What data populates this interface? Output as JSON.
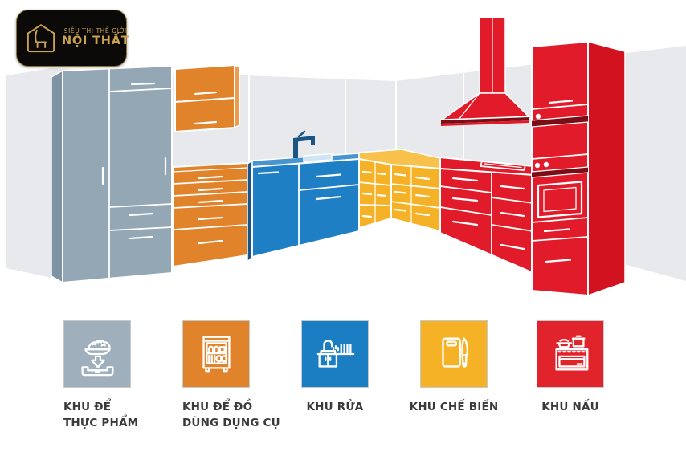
{
  "logo": {
    "tagline": "SIÊU THỊ THẾ GIỚI",
    "brand": "NỘI THẤT"
  },
  "colors": {
    "wall": "#E7E9EC",
    "gray": "#94A7B5",
    "gray_side": "#7E94A4",
    "orange": "#E0832B",
    "orange_light": "#EC9C4F",
    "blue": "#1F7FC4",
    "blue_top": "#4695CE",
    "blue_dark": "#1A5585",
    "sink": "#CFE4F4",
    "yellow": "#F5B226",
    "yellow_top": "#F7C14B",
    "red": "#E21B2B",
    "red_side": "#D2131F",
    "red_dark": "#7A0E16",
    "logo_gold": "#C9A350",
    "logo_bg": "#0B0A08",
    "label": "#3A3A3A"
  },
  "zones": [
    {
      "id": "food-storage",
      "label_lines": [
        "KHU ĐỂ",
        "THỰC PHẨM"
      ],
      "color": "#9FAFBC",
      "icon": "food-tray-icon"
    },
    {
      "id": "utensil-storage",
      "label_lines": [
        "KHU ĐỂ ĐỒ",
        "DÙNG DỤNG CỤ"
      ],
      "color": "#E0832B",
      "icon": "dish-cabinet-icon"
    },
    {
      "id": "washing",
      "label_lines": [
        "KHU RỬA"
      ],
      "color": "#1B7EC3",
      "icon": "sink-icon"
    },
    {
      "id": "preparation",
      "label_lines": [
        "KHU CHẾ BIẾN"
      ],
      "color": "#F5B226",
      "icon": "cutting-board-icon"
    },
    {
      "id": "cooking",
      "label_lines": [
        "KHU NẤU"
      ],
      "color": "#E1232B",
      "icon": "stove-icon"
    }
  ]
}
